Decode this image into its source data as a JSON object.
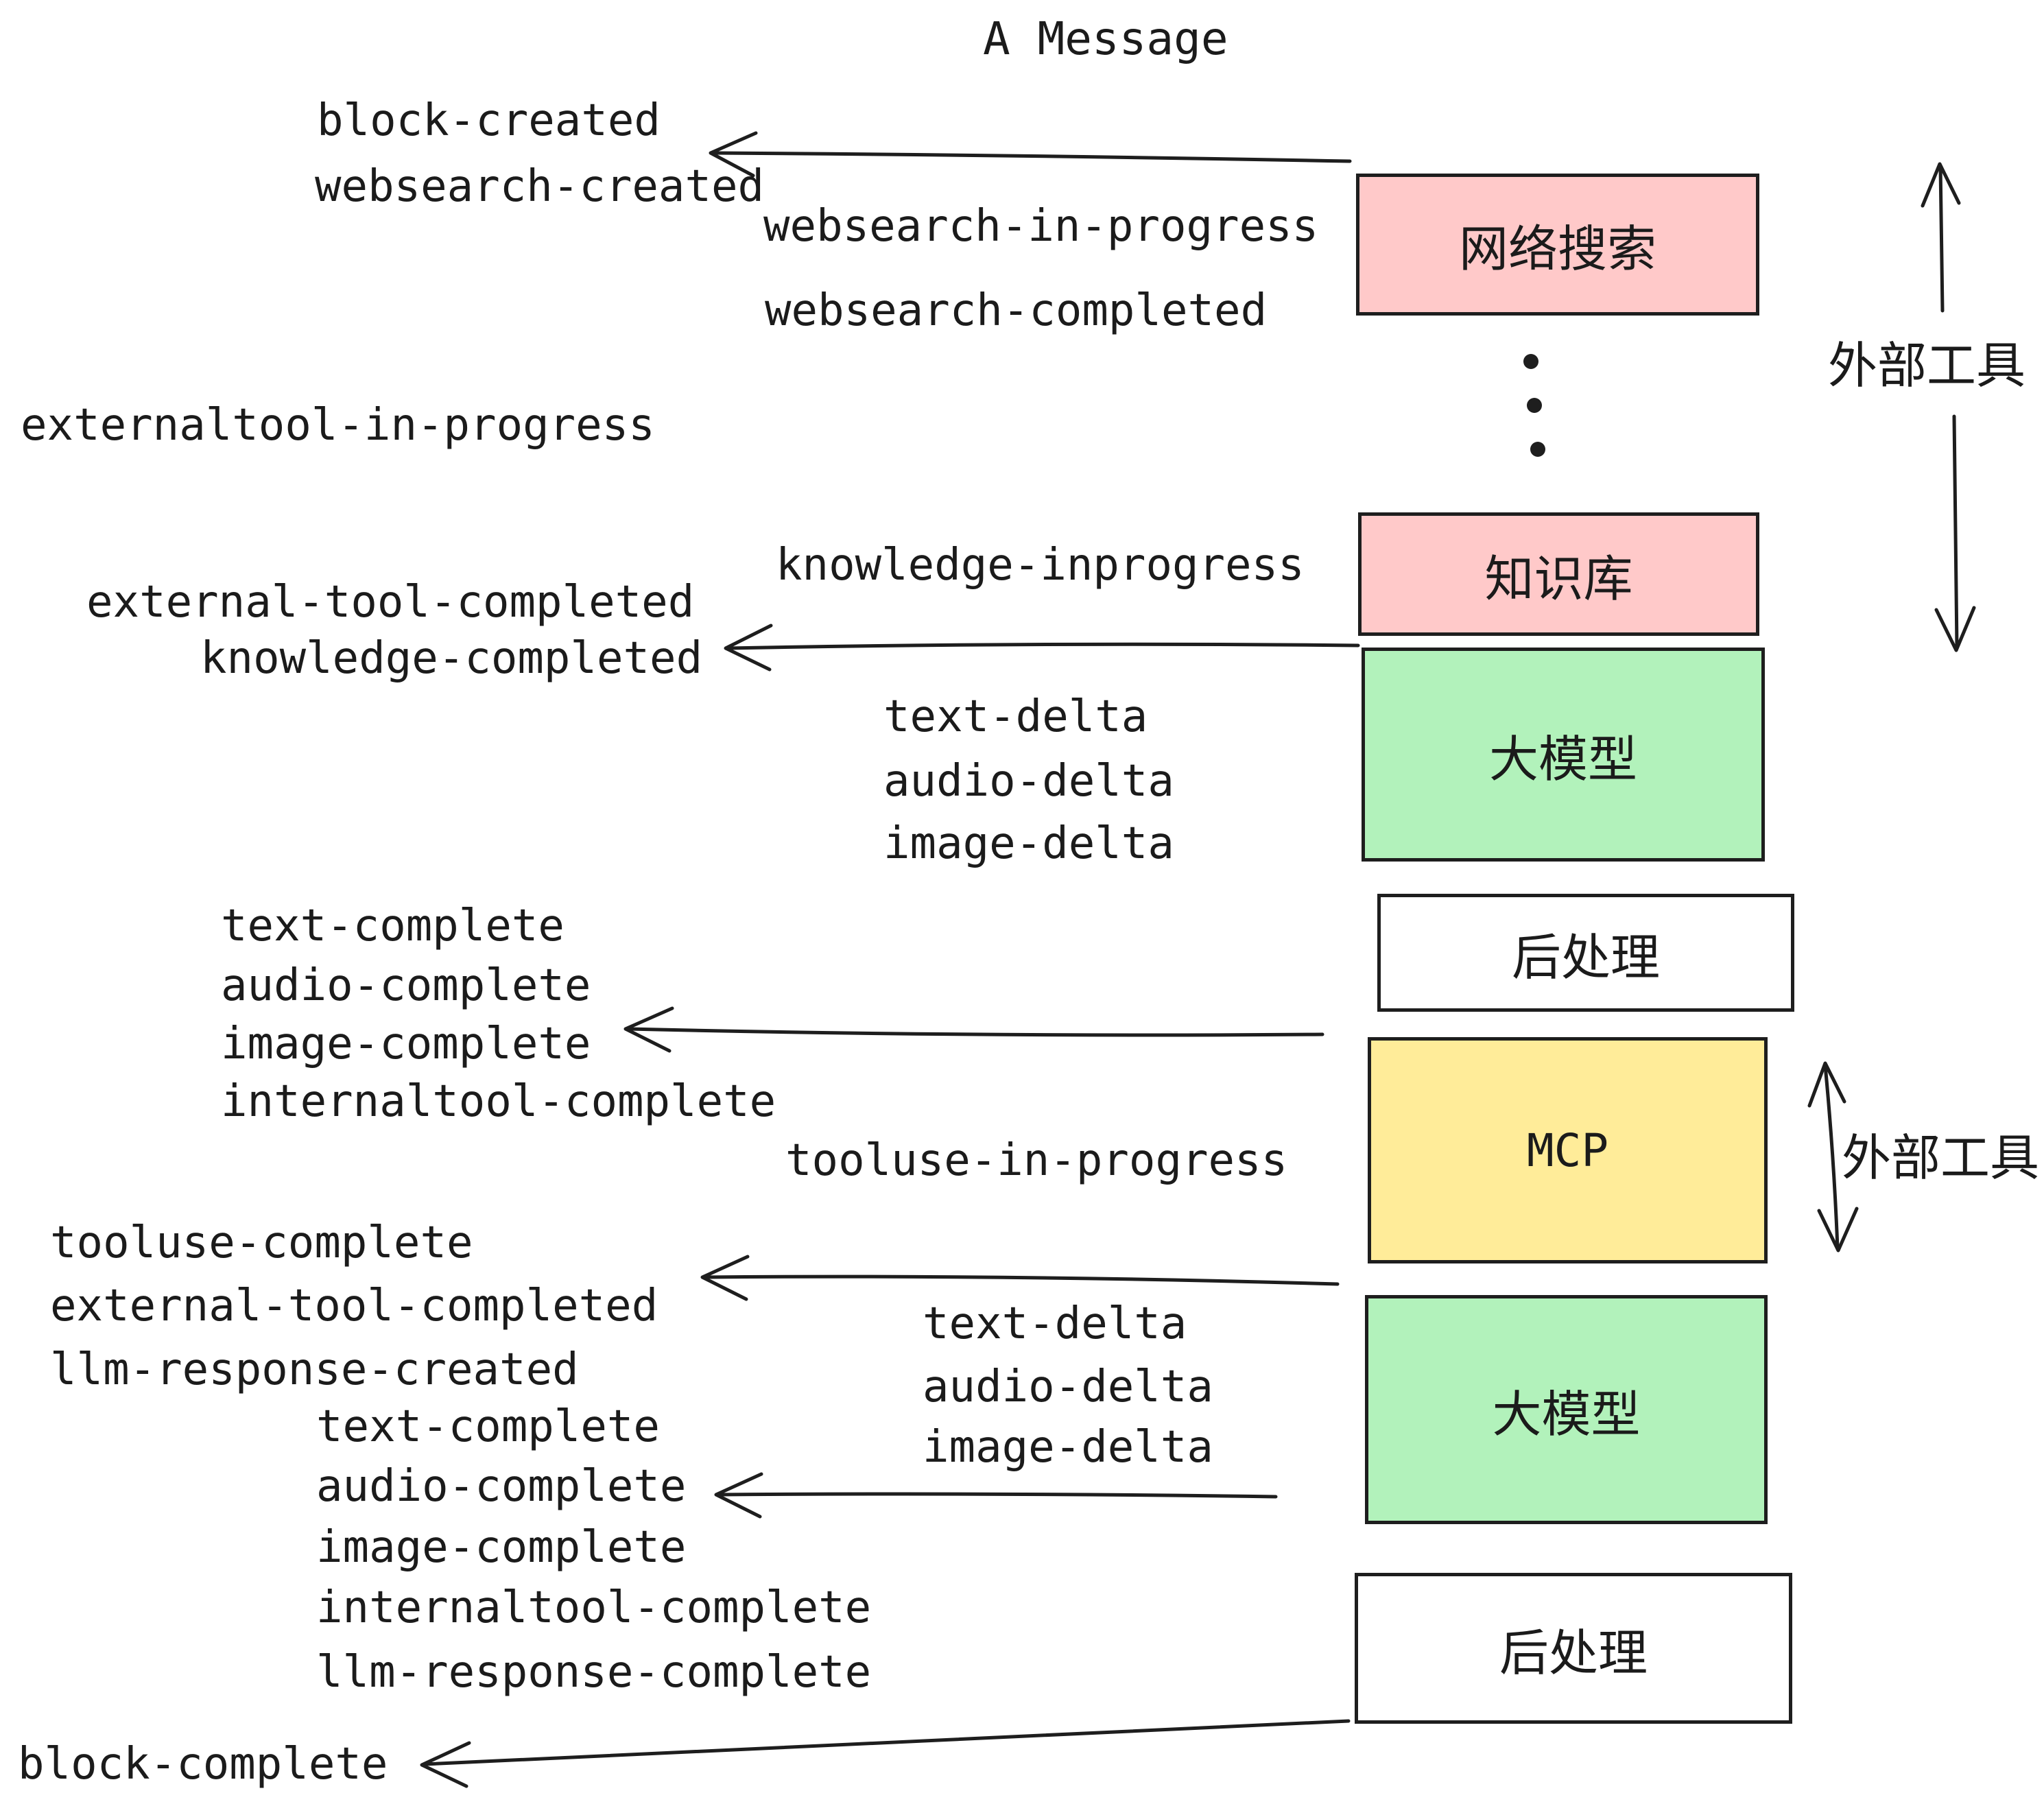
{
  "title": "A Message",
  "colors": {
    "box_pink": "#ffc9c9",
    "box_green": "#b2f2bb",
    "box_yellow": "#ffec99",
    "box_white": "#ffffff",
    "stroke": "#1e1e1e",
    "text": "#1b1b1b",
    "background": "#ffffff"
  },
  "boxes": [
    {
      "id": "websearch",
      "label": "网络搜索",
      "fill": "#ffc9c9"
    },
    {
      "id": "knowledge",
      "label": "知识库",
      "fill": "#ffc9c9"
    },
    {
      "id": "llm-1",
      "label": "大模型",
      "fill": "#b2f2bb"
    },
    {
      "id": "post-1",
      "label": "后处理",
      "fill": "#ffffff"
    },
    {
      "id": "mcp",
      "label": "MCP",
      "fill": "#ffec99"
    },
    {
      "id": "llm-2",
      "label": "大模型",
      "fill": "#b2f2bb"
    },
    {
      "id": "post-2",
      "label": "后处理",
      "fill": "#ffffff"
    }
  ],
  "events": {
    "block_created": "block-created",
    "websearch_created": "websearch-created",
    "websearch_in_progress": "websearch-in-progress",
    "websearch_completed": "websearch-completed",
    "externaltool_in_progress": "externaltool-in-progress",
    "knowledge_inprogress": "knowledge-inprogress",
    "external_tool_completed_1": "external-tool-completed",
    "knowledge_completed": "knowledge-completed",
    "text_delta_1": "text-delta",
    "audio_delta_1": "audio-delta",
    "image_delta_1": "image-delta",
    "text_complete_1": "text-complete",
    "audio_complete_1": "audio-complete",
    "image_complete_1": "image-complete",
    "internaltool_complete_1": "internaltool-complete",
    "tooluse_in_progress": "tooluse-in-progress",
    "tooluse_complete": "tooluse-complete",
    "external_tool_completed_2": "external-tool-completed",
    "llm_response_created": "llm-response-created",
    "text_delta_2": "text-delta",
    "audio_delta_2": "audio-delta",
    "image_delta_2": "image-delta",
    "text_complete_2": "text-complete",
    "audio_complete_2": "audio-complete",
    "image_complete_2": "image-complete",
    "internaltool_complete_2": "internaltool-complete",
    "llm_response_complete": "llm-response-complete",
    "block_complete": "block-complete"
  },
  "side_labels": {
    "external_tools_top": "外部工具",
    "external_tools_mcp": "外部工具"
  },
  "decorations": {
    "vertical_ellipsis_dots": 3
  }
}
